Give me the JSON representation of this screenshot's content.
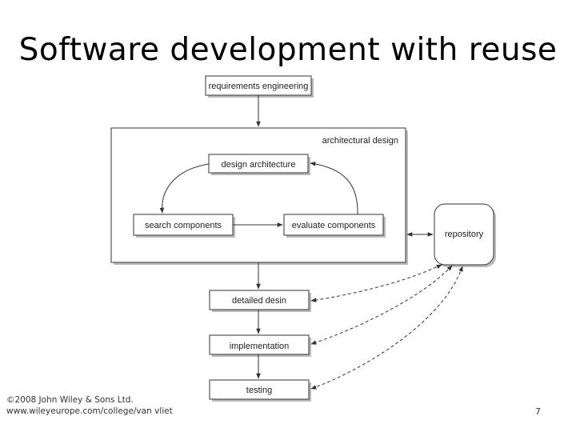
{
  "slide": {
    "title": "Software development with reuse",
    "footer_line1": "©2008 John Wiley & Sons Ltd.",
    "footer_line2": "www.wileyeurope.com/college/van vliet",
    "page_number": "7"
  },
  "diagram": {
    "requirements": "requirements engineering",
    "architectural_design": "architectural design",
    "design_architecture": "design architecture",
    "search_components": "search components",
    "evaluate_components": "evaluate components",
    "repository": "repository",
    "detailed_design": "detailed desin",
    "implementation": "implementation",
    "testing": "testing"
  },
  "colors": {
    "line": "#333333",
    "box_fill": "#ffffff",
    "shadow": "#bbbbbb"
  }
}
